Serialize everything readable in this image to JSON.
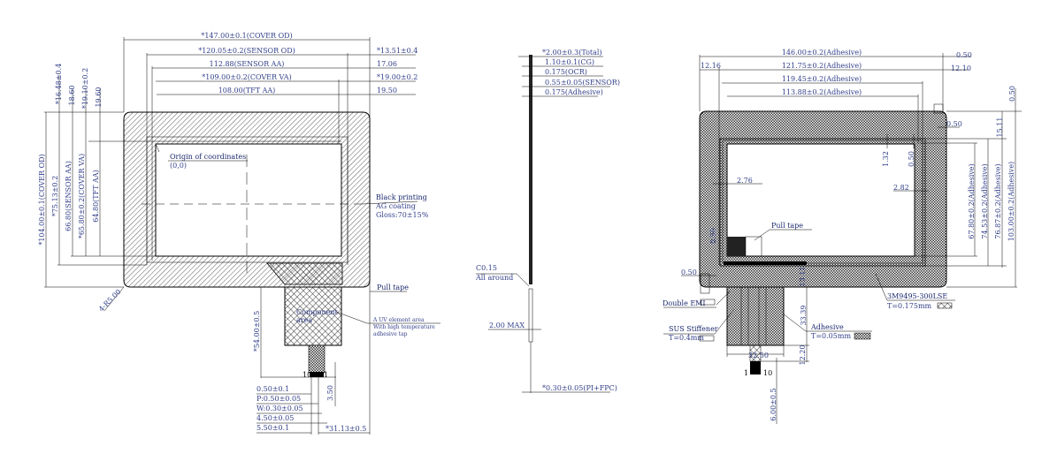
{
  "colors": {
    "text": "#33408a",
    "line": "#000000",
    "background": "#ffffff"
  },
  "front_view": {
    "cover_od_w": "*147.00±0.1(COVER OD)",
    "sensor_od_w": "*120.05±0.2(SENSOR OD)",
    "sensor_aa_w": "112.88(SENSOR AA)",
    "cover_va_w": "*109.00±0.2(COVER VA)",
    "tft_aa_w": "108.00(TFT AA)",
    "right_13": "*13.51±0.4",
    "right_17": "17.06",
    "right_19": "*19.00±0.2",
    "right_195": "19.50",
    "top_1648": "*16.48±0.4",
    "top_1860": "18.60",
    "top_1910": "*19.10±0.2",
    "top_1960": "19.60",
    "cover_od_h": "*104.00±0.1(COVER OD)",
    "h_7513": "*75.13±0.2",
    "sensor_aa_h": "66.80(SENSOR AA)",
    "cover_va_h": "*65.80±0.2(COVER VA)",
    "tft_aa_h": "64.80(TFT AA)",
    "origin": "Origin of coordinates",
    "origin_xy": "(0,0)",
    "black_printing": "Black printing",
    "ag_coating": "AG coating",
    "gloss": "Gloss:70±15%",
    "radius": "4-R5.00",
    "pull_tape": "Pull tape",
    "component_1": "Component",
    "component_2": "area",
    "uv_1": "A UV element area",
    "uv_2": "With high temperature",
    "uv_3": "adhesive tap",
    "tail_len": "*54.00±0.5",
    "pin_10": "10",
    "pin_1": "1",
    "d_050": "0.50±0.1",
    "d_pitch": "P:0.50±0.05",
    "d_width": "W:0.30±0.05",
    "d_450": "4.50±0.05",
    "d_550": "5.50±0.1",
    "d_350": "3.50",
    "d_3113": "*31.13±0.5"
  },
  "side_view": {
    "total": "*2.00±0.3(Total)",
    "cg": "1.10±0.1(CG)",
    "ocr": "0.175(OCR)",
    "sensor": "0.55±0.05(SENSOR)",
    "adhesive": "0.175(Adhesive)",
    "chamfer_1": "C0.15",
    "chamfer_2": "All around",
    "max": "2.00 MAX",
    "fpc": "*0.30±0.05(PI+FPC)"
  },
  "back_view": {
    "w146": "146.00±0.2(Adhesive)",
    "w12175": "121.75±0.2(Adhesive)",
    "w11945": "119.45±0.2(Adhesive)",
    "w11388": "113.88±0.2(Adhesive)",
    "r050a": "0.50",
    "l1216": "12.16",
    "r1210": "12.10",
    "v050top": "0.50",
    "r050b": "0.50",
    "v1511": "15.11",
    "v132": "1.32",
    "v050c": "0.50",
    "d276": "2.76",
    "d282": "2.82",
    "h6780": "67.80±0.2(Adhesive)",
    "h7453": "74.53±0.2(Adhesive)",
    "h7687": "76.87±0.2(Adhesive)",
    "h103": "103.00±0.2(Adhesive)",
    "pull_tape": "Pull tape",
    "v050d": "0.50",
    "l050": "0.50",
    "v1311": "13.11",
    "double_emi": "Double EMI",
    "tape_name": "3M9495-300LSE",
    "tape_t": "T=0.175mm",
    "sus": "SUS Stiffener",
    "sus_t": "T=0.4mm",
    "v3339": "33.39",
    "adhesive": "Adhesive",
    "adhesive_t": "T=0.05mm",
    "w3250": "32.50",
    "v1220": "12.20",
    "pin_1": "1",
    "pin_10": "10",
    "v600": "6.00±0.5"
  }
}
